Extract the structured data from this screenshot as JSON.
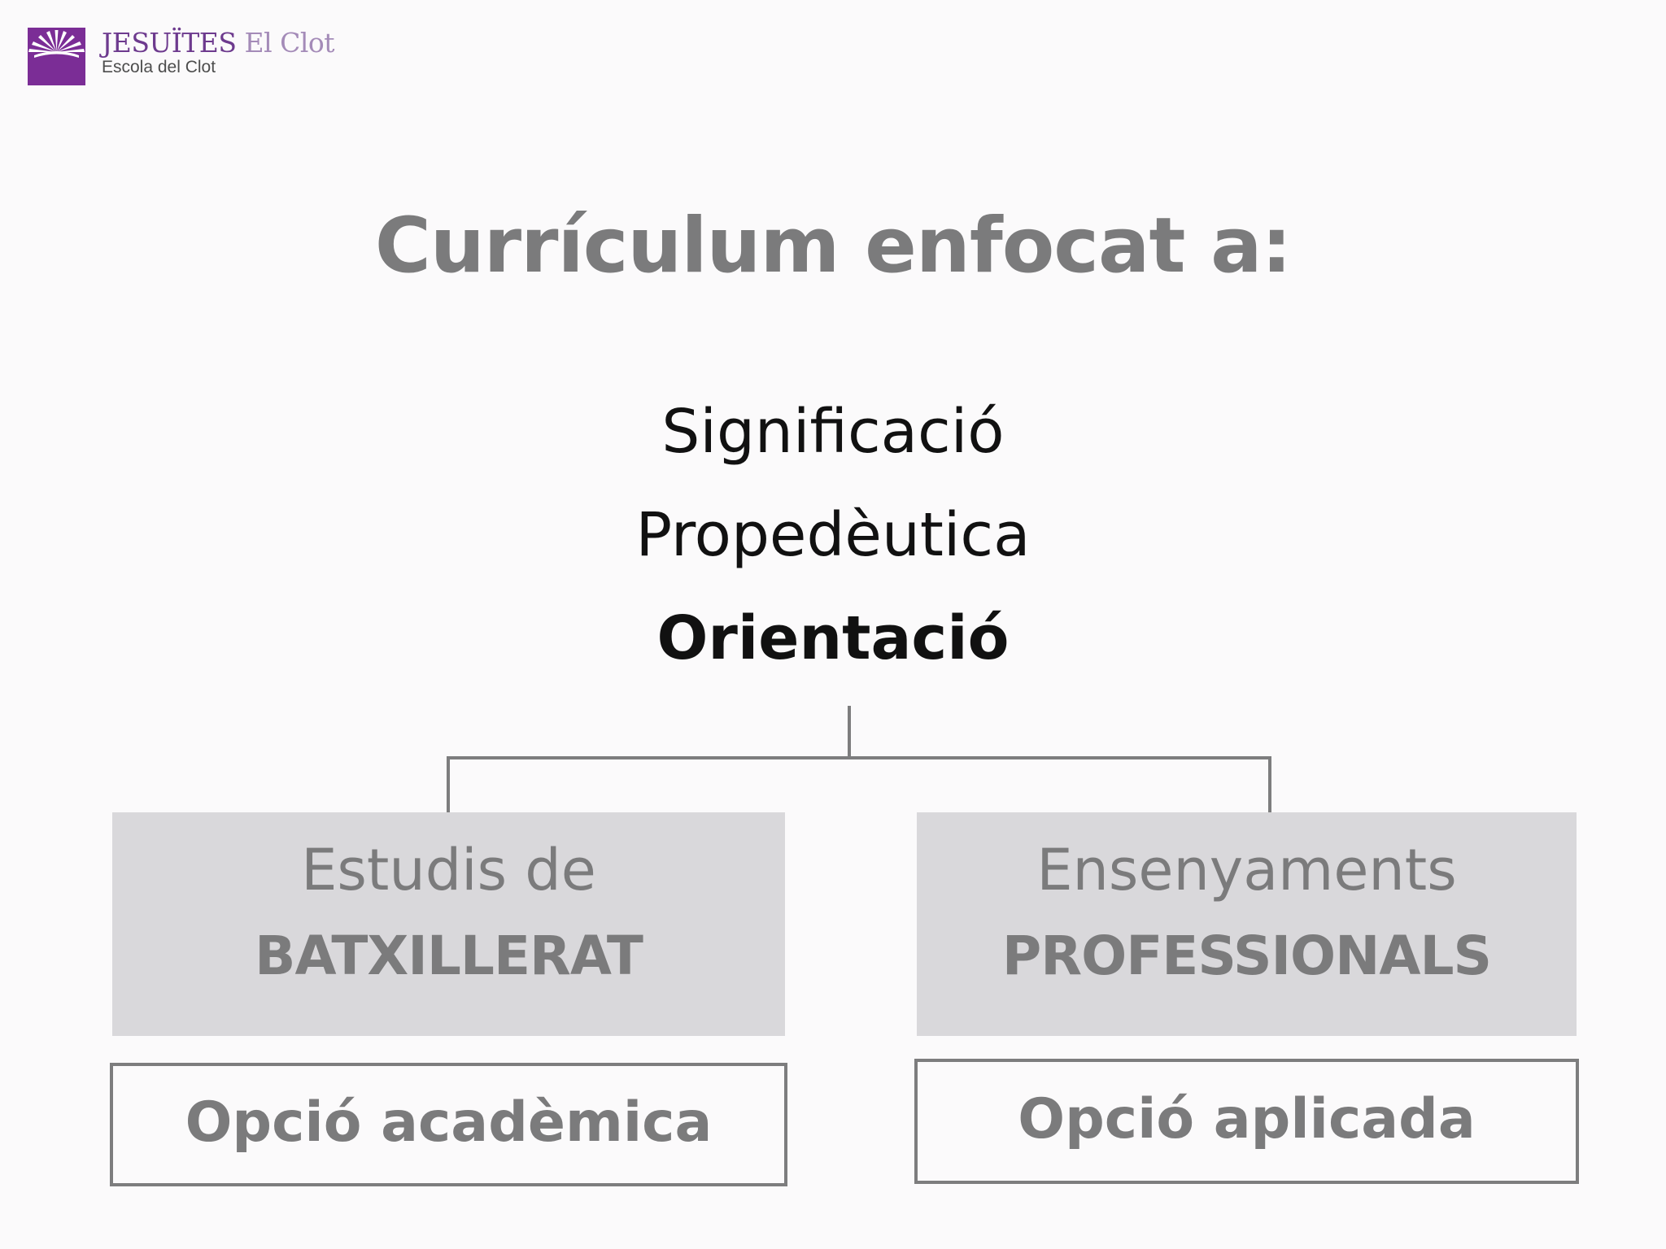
{
  "logo": {
    "brand_strong": "JESUÏTES",
    "brand_light": "El Clot",
    "subtitle": "Escola del Clot",
    "mark_color": "#7b2d96"
  },
  "title": "Currículum enfocat a:",
  "focus_items": [
    {
      "label": "Significació",
      "bold": false
    },
    {
      "label": "Propedèutica",
      "bold": false
    },
    {
      "label": "Orientació",
      "bold": true
    }
  ],
  "branches": [
    {
      "line1": "Estudis de",
      "line2": "BATXILLERAT",
      "option": "Opció acadèmica"
    },
    {
      "line1": "Ensenyaments",
      "line2": "PROFESSIONALS",
      "option": "Opció aplicada"
    }
  ],
  "colors": {
    "title_gray": "#7b7b7c",
    "box_fill": "#d9d8db",
    "line": "#7d7d7e",
    "brand_purple": "#6d3a8e"
  }
}
